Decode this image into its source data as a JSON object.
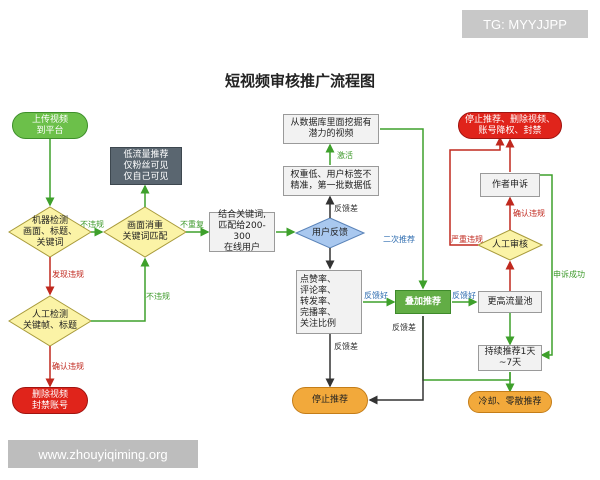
{
  "badges": {
    "tag": "TG: MYYJJPP",
    "site": "www.zhouyiqiming.org"
  },
  "title": "短视频审核推广流程图",
  "nodes": {
    "upload": "上传视频\n到平台",
    "machine_check": "机器检测\n画面、标题、\n关键词",
    "manual_check": "人工检测\n关键帧、标题",
    "delete_ban": "删除视频\n封禁账号",
    "low_traffic": "低流量推荐\n仅粉丝可见\n仅自己可见",
    "eliminate_dup": "画面消重\n关键词匹配",
    "combine_keywords": "结合关键词,\n匹配给200-300\n在线用户",
    "low_weight": "权重低、用户标签不\n精准，第一批数据低",
    "mine_db": "从数据库里面挖掘有\n潜力的视频",
    "user_feedback": "用户反馈",
    "metrics": "点赞率、\n评论率、\n转发率、\n完播率、\n关注比例",
    "stop_recommend": "停止推荐",
    "stack_recommend": "叠加推荐",
    "higher_pool": "更高流量池",
    "continue_recommend": "持续推荐1天\n~7天",
    "cool_down": "冷却、零散推荐",
    "manual_review": "人工审核",
    "author_appeal": "作者申诉",
    "stop_ban": "停止推荐、删除视频、\n账号降权、封禁"
  },
  "edge_labels": {
    "no_violation_1": "不违规",
    "found_violation": "发现违规",
    "no_violation_2": "不违规",
    "confirm_violation_1": "确认违规",
    "no_duplicate": "不重复",
    "activate": "激活",
    "feedback_bad_1": "反馈差",
    "second_recommend": "二次推荐",
    "feedback_good_1": "反馈好",
    "feedback_bad_2": "反馈差",
    "feedback_bad_3": "反馈差",
    "feedback_good_2": "反馈好",
    "serious_violation": "严重违规",
    "confirm_violation_2": "确认违规",
    "appeal_success": "申诉成功"
  },
  "colors": {
    "green_node": "#6cc04a",
    "red_node": "#e0241b",
    "orange_node": "#f2a93b",
    "gray_node": "#5a6670",
    "diamond_yellow": "#fbf3a6",
    "diamond_blue": "#a9c8ef",
    "arrow_green": "#3ea02b",
    "arrow_red": "#c0281e",
    "arrow_dark": "#333333"
  }
}
